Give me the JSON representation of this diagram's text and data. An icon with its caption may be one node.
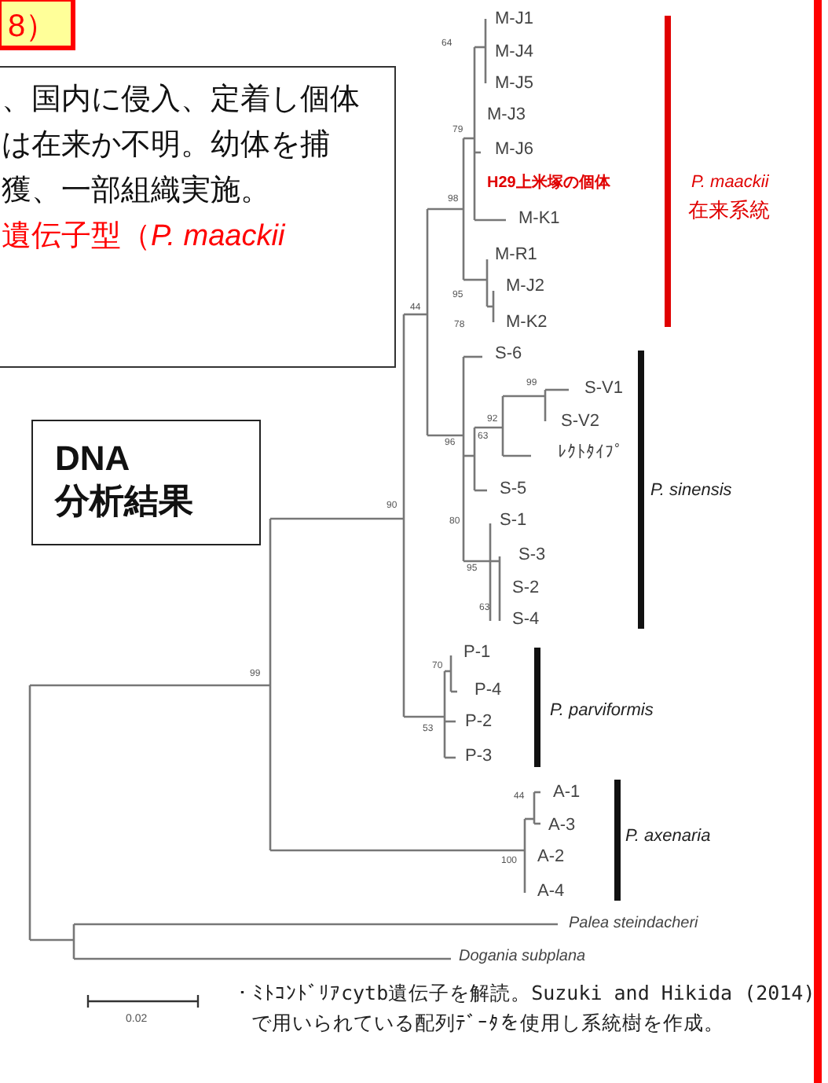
{
  "diagram": {
    "nodes": [
      {
        "text": [
          "8）"
        ]
      },
      {
        "text": [
          "、国内に侵入、定着し個体は在来か不明。幼体を捕獲、一部組織実施。",
          "遺伝子型（*P. maackii*"
        ]
      },
      {
        "text": [
          "DNA 分析結果"
        ]
      }
    ],
    "labels": [
      "M-J1",
      "M-J4",
      "M-J5",
      "M-J3",
      "M-J6",
      "H29上米塚の個体",
      "M-K1",
      "M-R1",
      "M-J2",
      "M-K2",
      "S-6",
      "S-V1",
      "S-V2",
      "ﾚｸﾄﾀｲﾌﾟ",
      "S-5",
      "S-1",
      "S-3",
      "S-2",
      "S-4",
      "P-1",
      "P-4",
      "P-2",
      "P-3",
      "A-1",
      "A-3",
      "A-2",
      "A-4",
      "Palea steindacheri",
      "Dogania subplana",
      "64",
      "79",
      "98",
      "95",
      "78",
      "44",
      "99",
      "92",
      "96",
      "63",
      "80",
      "95",
      "63",
      "70",
      "53",
      "90",
      "99",
      "44",
      "100",
      "P. maackii",
      "在来系統",
      "P. sinensis",
      "P. parviformis",
      "P. axenaria",
      "0.02",
      "・ﾐﾄｺﾝﾄﾞﾘｱcytb遺伝子を解読。Suzuki and Hikida (2014)で用いられている配列ﾃﾞｰﾀを使用し系統樹を作成。"
    ]
  }
}
